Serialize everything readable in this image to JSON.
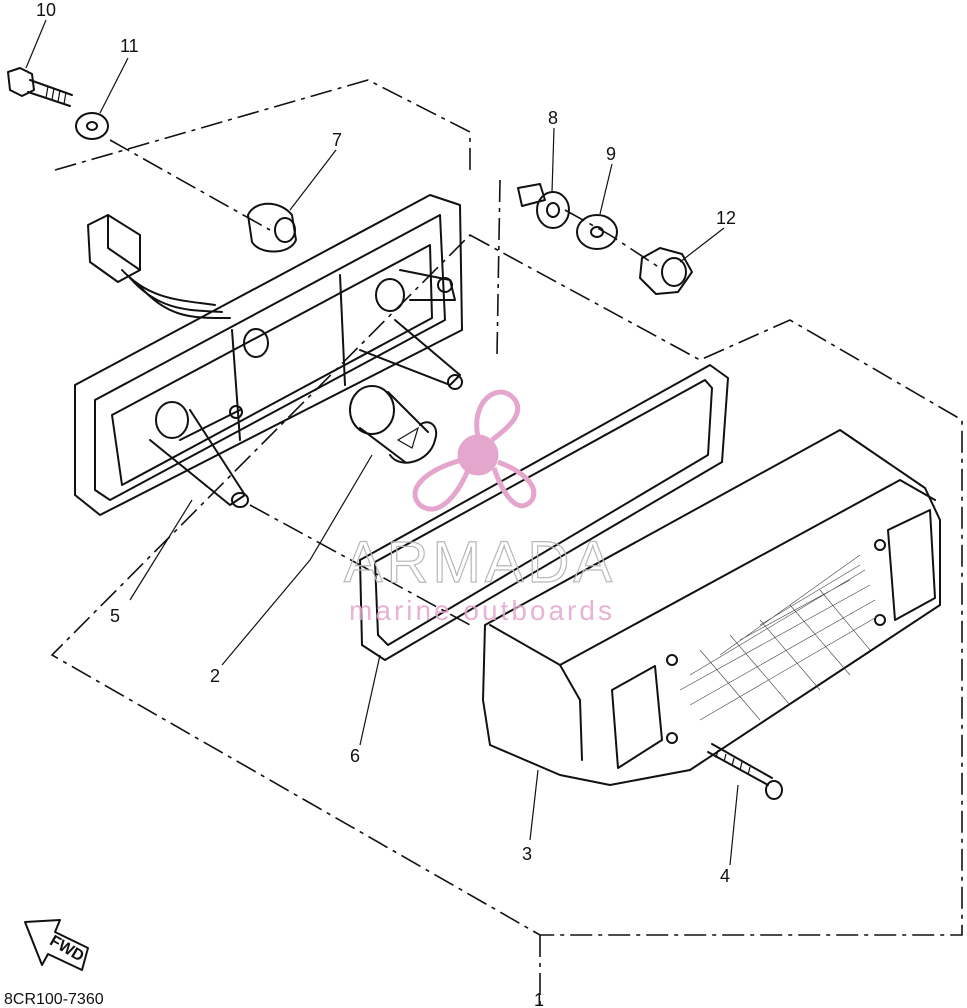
{
  "callouts": [
    "10",
    "11",
    "7",
    "8",
    "9",
    "12",
    "5",
    "2",
    "6",
    "3",
    "4",
    "1"
  ],
  "diagram_code": "8CR100-7360",
  "fwd_arrow_label": "FWD",
  "watermark": {
    "brand": "ARMADA",
    "tagline": "marine outboards",
    "color": "#e4a6cc"
  },
  "line_color": "#111111",
  "background": "#ffffff"
}
